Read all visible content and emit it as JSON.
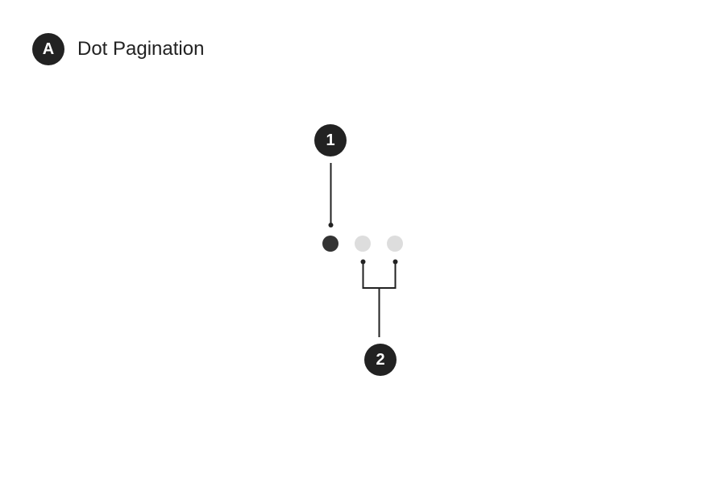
{
  "header": {
    "badge": "A",
    "title": "Dot Pagination"
  },
  "callouts": [
    {
      "label": "1"
    },
    {
      "label": "2"
    }
  ],
  "pagination": {
    "dots": [
      {
        "state": "active",
        "color": "#333333"
      },
      {
        "state": "inactive",
        "color": "#dddddd"
      },
      {
        "state": "inactive",
        "color": "#dddddd"
      }
    ]
  },
  "colors": {
    "badge_fill": "#222222",
    "line": "#222222"
  }
}
